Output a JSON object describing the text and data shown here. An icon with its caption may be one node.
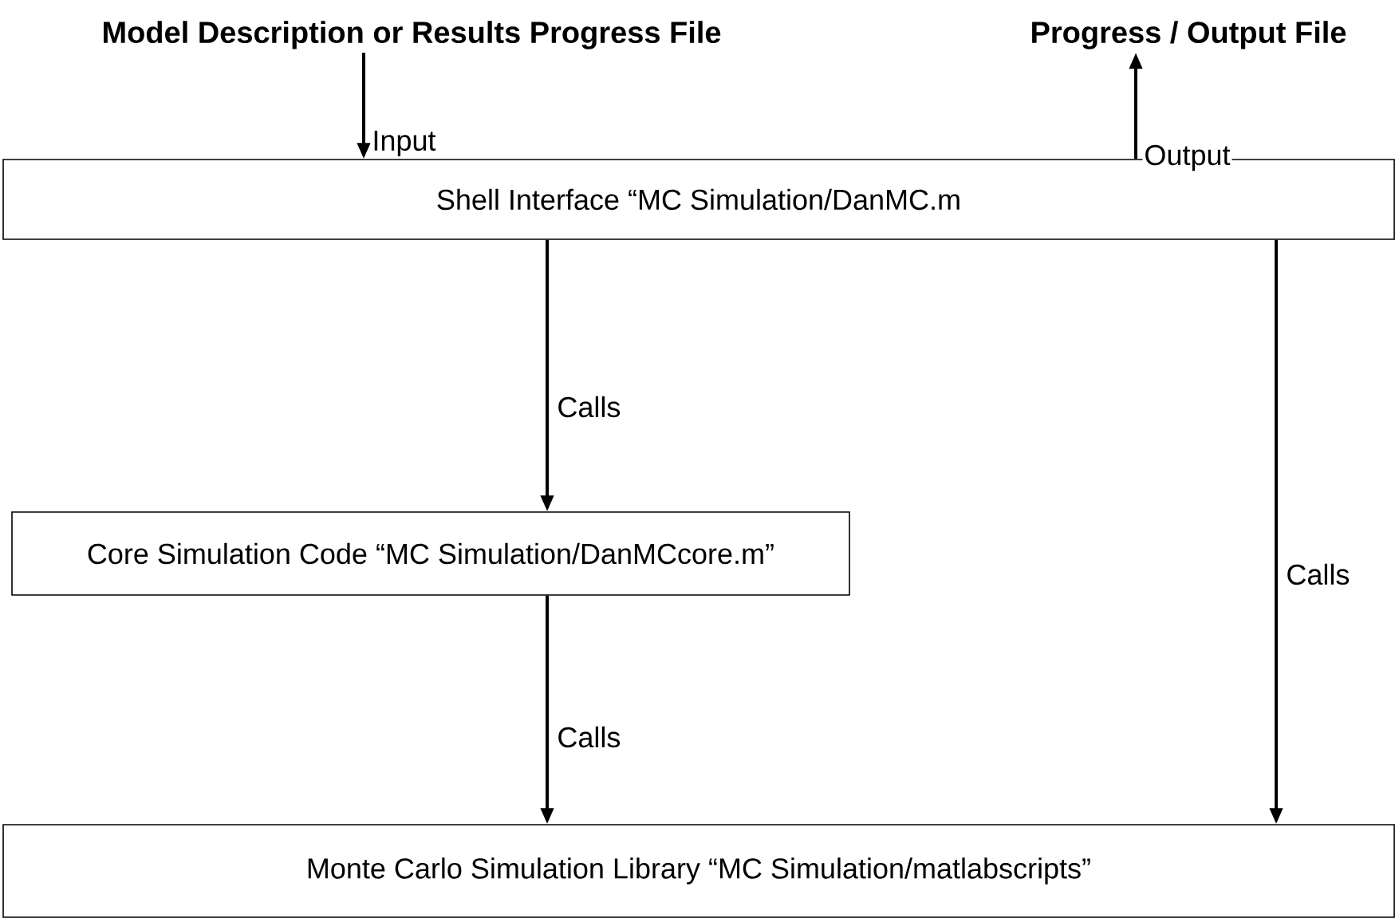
{
  "diagram": {
    "nodes": [
      {
        "text": [
          "Model Description or Results Progress File"
        ]
      },
      {
        "text": [
          "Progress / Output File"
        ]
      },
      {
        "text": [
          "Shell Interface “MC Simulation/DanMC.m"
        ]
      },
      {
        "text": [
          "Core Simulation Code “MC Simulation/DanMCcore.m”"
        ]
      },
      {
        "text": [
          "Monte Carlo Simulation Library “MC Simulation/matlabscripts”"
        ]
      }
    ],
    "edges": [
      {
        "from": 0,
        "to": 2,
        "arrow": "to",
        "label": "Input"
      },
      {
        "from": 2,
        "to": 1,
        "arrow": "to",
        "label": "Output"
      },
      {
        "from": 2,
        "to": 3,
        "arrow": "to",
        "label": "Calls"
      },
      {
        "from": 3,
        "to": 4,
        "arrow": "to",
        "label": "Calls"
      },
      {
        "from": 2,
        "to": 4,
        "arrow": "to",
        "label": "Calls"
      }
    ]
  }
}
